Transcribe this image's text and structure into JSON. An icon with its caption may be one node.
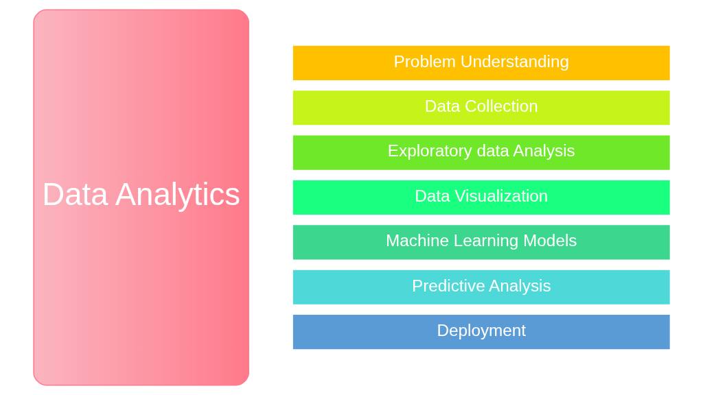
{
  "diagram": {
    "nodes": [
      {
        "text": [
          "Data Analytics"
        ]
      },
      {
        "text": [
          "Problem Understanding"
        ]
      },
      {
        "text": [
          "Data Collection"
        ]
      },
      {
        "text": [
          "Exploratory data Analysis"
        ]
      },
      {
        "text": [
          "Data Visualization"
        ]
      },
      {
        "text": [
          "Machine Learning Models"
        ]
      },
      {
        "text": [
          "Predictive Analysis"
        ]
      },
      {
        "text": [
          "Deployment"
        ]
      }
    ],
    "edges": []
  }
}
